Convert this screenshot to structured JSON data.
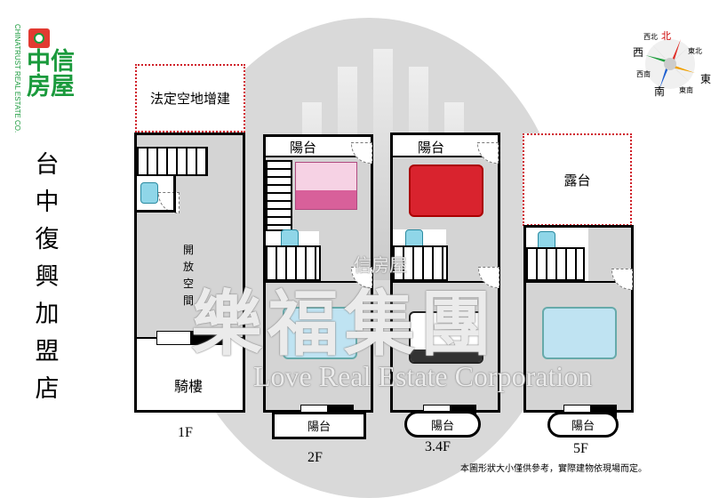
{
  "logo": {
    "brand_cn": "中信房屋",
    "brand_en": "CHINATRUST REAL ESTATE CO.",
    "colors": {
      "green": "#1a9a3c",
      "red": "#e23a32"
    }
  },
  "store_name": [
    "台",
    "中",
    "復",
    "興",
    "加",
    "盟",
    "店"
  ],
  "compass": {
    "labels": {
      "n": "北",
      "nw": "西北",
      "ne": "東北",
      "w": "西",
      "e": "東",
      "sw": "西南",
      "se": "東南",
      "s": "南"
    }
  },
  "watermark": {
    "title": "樂福集團",
    "subtitle": "Love Real Estate Corporation",
    "small": "信房屋"
  },
  "floors": [
    {
      "label": "1F",
      "extension": "法定空地增建",
      "open_space": [
        "開",
        "放",
        "空",
        "間"
      ],
      "arcade": "騎樓"
    },
    {
      "label": "2F",
      "top_balcony": "陽台",
      "bottom_balcony": "陽台"
    },
    {
      "label": "3.4F",
      "top_balcony": "陽台",
      "bottom_balcony": "陽台"
    },
    {
      "label": "5F",
      "terrace": "露台",
      "bottom_balcony": "陽台"
    }
  ],
  "disclaimer": "本圖形狀大小僅供參考，實際建物依現場而定。",
  "colors": {
    "dotted_border": "#d0202a",
    "floor_fill": "#d4d4d4"
  }
}
